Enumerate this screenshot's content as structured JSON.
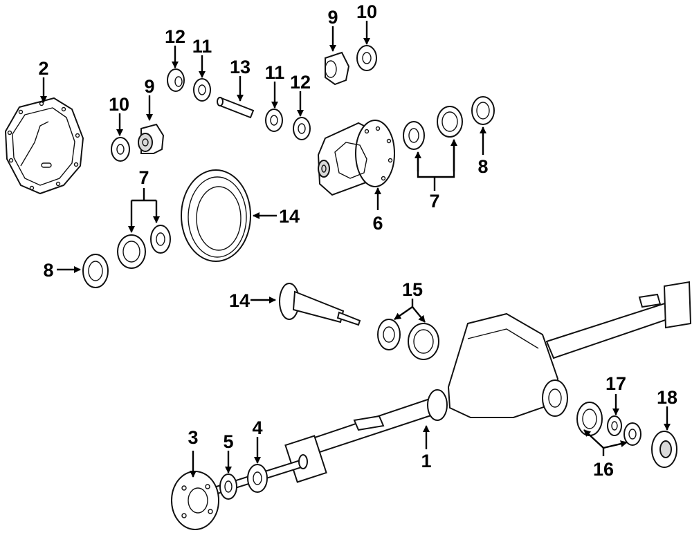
{
  "callouts": {
    "c1": "1",
    "c2": "2",
    "c3": "3",
    "c4": "4",
    "c5": "5",
    "c6": "6",
    "c7a": "7",
    "c7b": "7",
    "c8a": "8",
    "c8b": "8",
    "c9a": "9",
    "c9b": "9",
    "c10a": "10",
    "c10b": "10",
    "c11a": "11",
    "c11b": "11",
    "c12a": "12",
    "c12b": "12",
    "c13": "13",
    "c14a": "14",
    "c14b": "14",
    "c15": "15",
    "c16": "16",
    "c17": "17",
    "c18": "18"
  }
}
